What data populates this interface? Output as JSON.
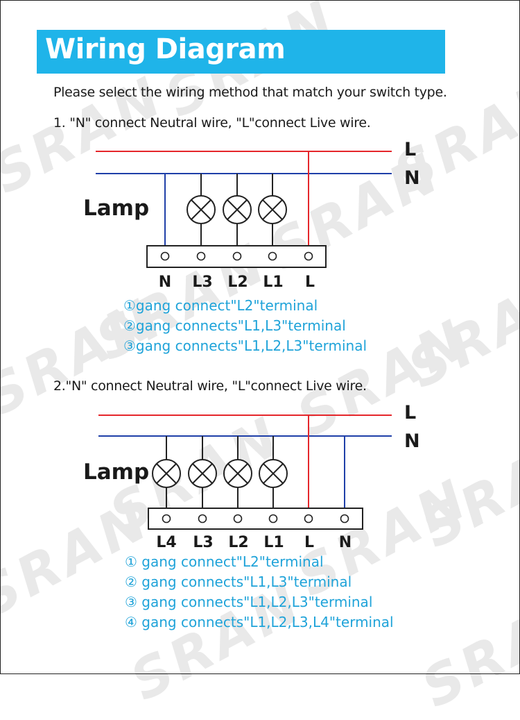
{
  "title": "Wiring Diagram",
  "intro": "Please select the wiring method that match your switch type.",
  "watermark": "SRAN",
  "colors": {
    "accent": "#1fb4e9",
    "live": "#e5262b",
    "neutral": "#1f3fa8",
    "note": "#1fa3d9"
  },
  "diagram1": {
    "heading": "1. \"N\" connect Neutral wire, \"L\"connect Live wire.",
    "rail_live": "L",
    "rail_neutral": "N",
    "lamp_label": "Lamp",
    "terminals": [
      "N",
      "L3",
      "L2",
      "L1",
      "L"
    ],
    "notes": [
      "①gang connect\"L2\"terminal",
      "②gang connects\"L1,L3\"terminal",
      "③gang connects\"L1,L2,L3\"terminal"
    ]
  },
  "diagram2": {
    "heading": "2.\"N\" connect Neutral wire, \"L\"connect Live wire.",
    "rail_live": "L",
    "rail_neutral": "N",
    "lamp_label": "Lamp",
    "terminals": [
      "L4",
      "L3",
      "L2",
      "L1",
      "L",
      "N"
    ],
    "notes": [
      "① gang connect\"L2\"terminal",
      "② gang connects\"L1,L3\"terminal",
      "③ gang connects\"L1,L2,L3\"terminal",
      "④ gang connects\"L1,L2,L3,L4\"terminal"
    ]
  }
}
